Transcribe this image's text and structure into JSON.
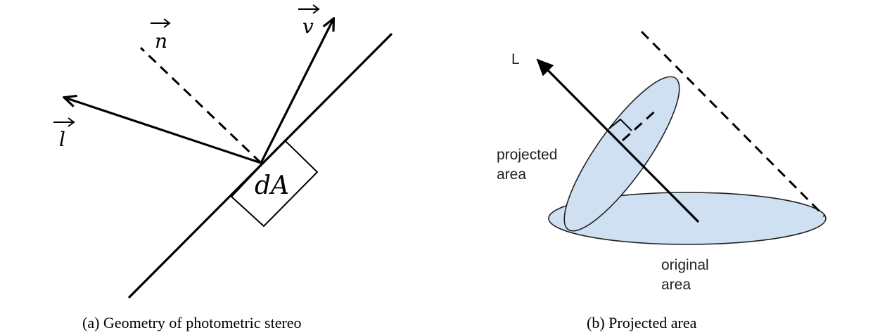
{
  "panel_a": {
    "caption": "(a) Geometry of photometric stereo",
    "vector_n": "n",
    "vector_v": "v",
    "vector_l": "l",
    "patch_label": "dA"
  },
  "panel_b": {
    "caption": "(b) Projected area",
    "light_label": "L",
    "projected_label_line1": "projected",
    "projected_label_line2": "area",
    "original_label_line1": "original",
    "original_label_line2": "area",
    "ellipse_fill": "#cfe0f3"
  }
}
